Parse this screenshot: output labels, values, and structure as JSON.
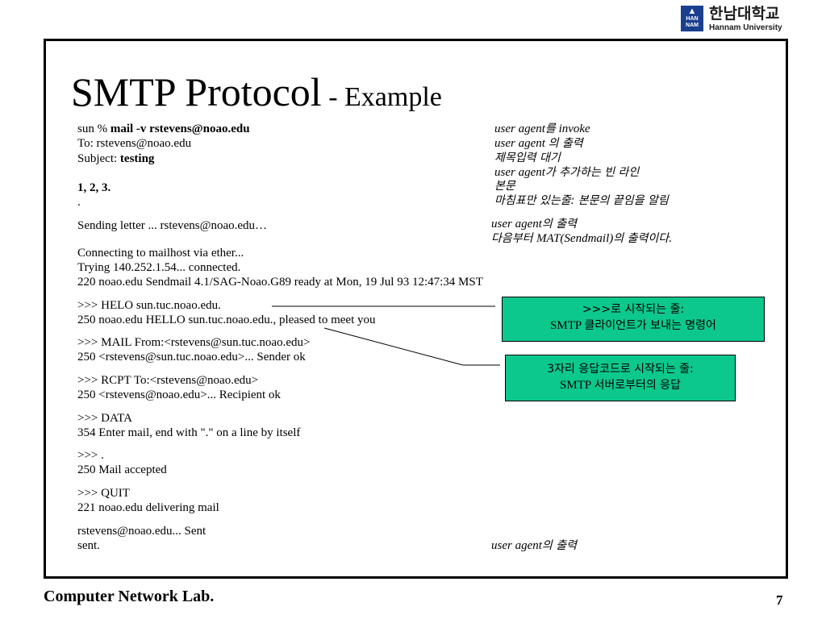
{
  "logo": {
    "mark": "HAN NAM",
    "korean": "한남대학교",
    "english": "Hannam University"
  },
  "title": {
    "main": "SMTP Protocol",
    "sub": " - Example"
  },
  "session": {
    "l1_prefix": "sun % ",
    "l1_cmd": "mail -v rstevens@noao.edu",
    "l2": "To: rstevens@noao.edu",
    "l3_prefix": "Subject: ",
    "l3_value": "testing",
    "l4": "1, 2, 3.",
    "l5": ".",
    "l6": "Sending letter ... rstevens@noao.edu…",
    "l7": "Connecting to mailhost via ether...",
    "l8": "Trying 140.252.1.54... connected.",
    "l9": "220 noao.edu Sendmail 4.1/SAG-Noao.G89 ready at Mon, 19 Jul 93 12:47:34 MST",
    "l10": ">>> HELO sun.tuc.noao.edu.",
    "l11": "250 noao.edu HELLO sun.tuc.noao.edu., pleased to meet you",
    "l12": ">>> MAIL From:<rstevens@sun.tuc.noao.edu>",
    "l13": "250 <rstevens@sun.tuc.noao.edu>... Sender ok",
    "l14": ">>> RCPT To:<rstevens@noao.edu>",
    "l15": "250 <rstevens@noao.edu>... Recipient ok",
    "l16": ">>> DATA",
    "l17": "354 Enter mail, end with \".\" on a line by itself",
    "l18": ">>> .",
    "l19": "250 Mail accepted",
    "l20": ">>> QUIT",
    "l21": "221 noao.edu delivering mail",
    "l22": "rstevens@noao.edu... Sent",
    "l23": "sent."
  },
  "annotations": {
    "a1_en": "user agent",
    "a1_ko": "를",
    "a1_en2": " invoke",
    "a2_en": "user agent ",
    "a2_ko": "의 출력",
    "a3_ko": "제목입력 대기",
    "a4_en": "user agent",
    "a4_ko": "가 추가하는 빈 라인",
    "a5_ko": "본문",
    "a6_ko": "마침표만 있는줄: 본문의 끝임을 알림",
    "a7_en": "user agent",
    "a7_ko": "의 출력",
    "a8_ko1": "다음부터 ",
    "a8_en": "MAT(Sendmail)",
    "a8_ko2": "의 출력이다.",
    "a9_en": "user agent",
    "a9_ko": "의 출력"
  },
  "callouts": {
    "c1_line1": ">>>로 시작되는 줄:",
    "c1_line2_en": "SMTP ",
    "c1_line2_ko": "클라이언트가 보내는 명령어",
    "c2_line1": "3자리 응답코드로 시작되는 줄:",
    "c2_line2_en": "SMTP ",
    "c2_line2_ko": "서버로부터의 응답"
  },
  "colors": {
    "callout_bg": "#0cc88c",
    "logo_blue": "#1b3f8f"
  },
  "footer": {
    "left": "Computer Network Lab.",
    "page": "7"
  }
}
